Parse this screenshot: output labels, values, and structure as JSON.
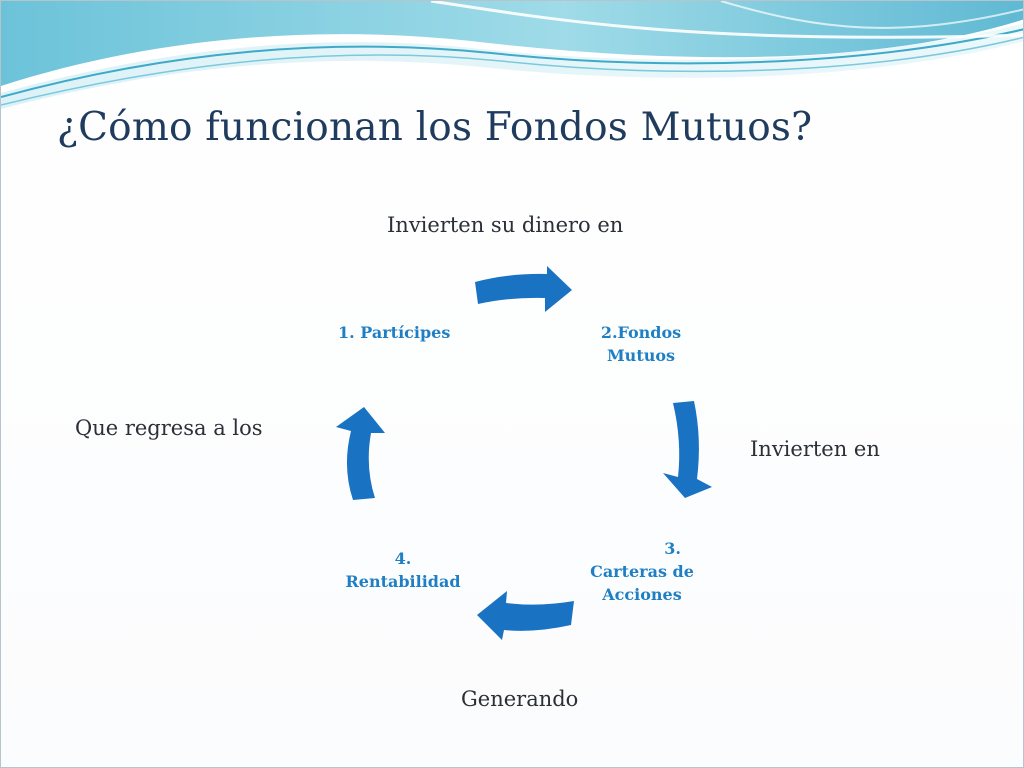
{
  "slide": {
    "title": "¿Cómo funcionan los Fondos Mutuos?"
  },
  "nodes": {
    "participes": "1. Partícipes",
    "fondos_line1": "2.Fondos",
    "fondos_line2": "Mutuos",
    "carteras_line1": "3.",
    "carteras_line2": "Carteras de",
    "carteras_line3": "Acciones",
    "rentabilidad_line1": "4.",
    "rentabilidad_line2": "Rentabilidad"
  },
  "transitions": {
    "top": "Invierten su dinero en",
    "right": "Invierten en",
    "bottom": "Generando",
    "left": "Que regresa a los"
  },
  "colors": {
    "arrow": "#1a72c2",
    "node_text": "#1f7fc4",
    "title": "#1f3b5e",
    "wave_dark": "#3fa9c9",
    "wave_light": "#bfe6ee"
  }
}
